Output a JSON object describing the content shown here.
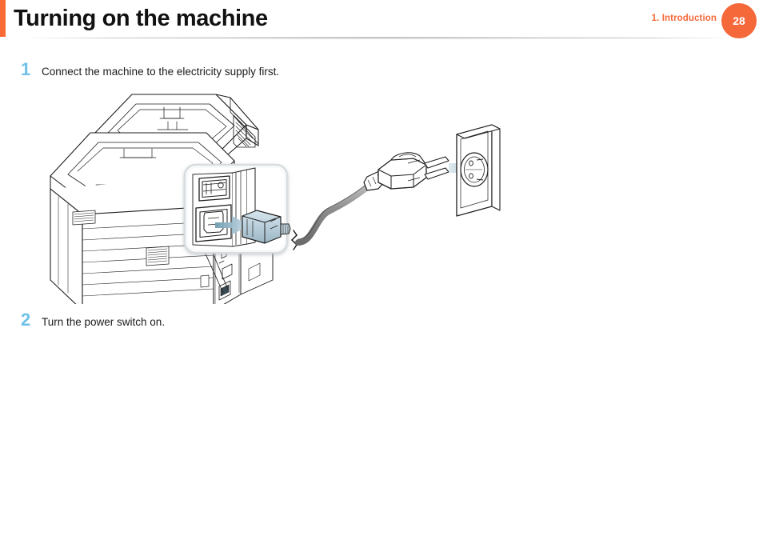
{
  "header": {
    "title": "Turning on the machine",
    "chapter": "1.  Introduction",
    "page_number": "28",
    "accent_color": "#f96a35",
    "badge_color": "#f4683a"
  },
  "steps": [
    {
      "number": "1",
      "text": "Connect the machine to the electricity supply first.",
      "number_color": "#6ec1e8"
    },
    {
      "number": "2",
      "text": "Turn the power switch on.",
      "number_color": "#6ec1e8"
    }
  ],
  "illustration": {
    "name": "printer-power-connection-diagram",
    "description": "Line drawing of a multifunction printer with a magnified callout of its rear power switch and power inlet, a power cord with European plug, and a wall outlet",
    "parts": [
      "multifunction-printer",
      "callout-box-power-inlet",
      "power-switch",
      "power-inlet-socket",
      "power-cord-connector",
      "cord-break-symbol",
      "power-cord",
      "european-plug",
      "wall-outlet"
    ],
    "arrow_color": "#7ea8bd",
    "line_color": "#1a1a1a"
  }
}
